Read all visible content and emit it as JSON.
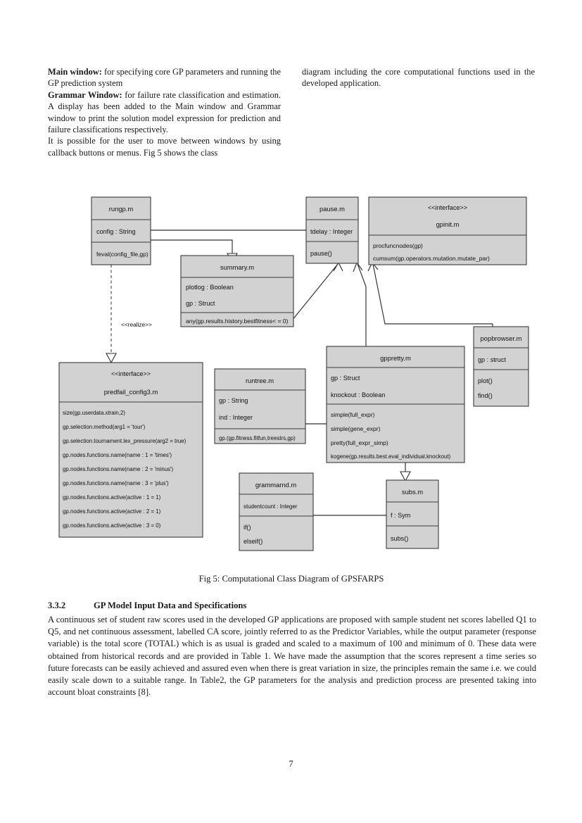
{
  "document": {
    "page_number": "7",
    "figure_caption": "Fig 5: Computational Class Diagram of GPSFARPS"
  },
  "intro": {
    "left_column": [
      {
        "bold": "Main window:",
        "text": " for specifying core GP parameters and running the GP prediction system"
      },
      {
        "bold": "Grammar Window:",
        "text": " for failure rate classification and estimation. A display has been added to the Main window and Grammar window to print the solution model expression for prediction and failure classifications respectively."
      },
      {
        "bold": "",
        "text": "It is possible for the user to move between windows by using callback buttons or menus. Fig 5 shows the class"
      }
    ],
    "right_column": [
      {
        "bold": "",
        "text": "diagram including the core computational functions used in the developed application."
      }
    ]
  },
  "section": {
    "number": "3.3.2",
    "title": "GP Model Input Data and Specifications",
    "body": "A continuous set of student raw scores used in the developed GP applications are proposed with sample student net scores labelled Q1 to Q5, and net continuous assessment, labelled CA score, jointly referred to as the Predictor Variables, while the output parameter (response variable) is the total score (TOTAL) which is as usual is graded and scaled to a maximum of 100 and minimum of 0. These data were obtained from historical records and are provided in Table 1. We have made the assumption that the scores represent a time series so future forecasts can be easily achieved and assured even when there is great variation in size, the principles remain the same i.e. we could easily scale down to a suitable range. In Table2, the GP parameters for the analysis and prediction process are presented taking into account bloat constraints [8]."
  },
  "diagram": {
    "fill_color": "#d2d2d2",
    "stroke_color": "#3b3b3b",
    "relationship_label": "<<realize>>",
    "stereotype_interface": "<<interface>>",
    "classes": {
      "rungp": {
        "name": "rungp.m",
        "attributes": [
          "config : String"
        ],
        "operations": [
          "feval(config_file,gp)"
        ]
      },
      "pause": {
        "name": "pause.m",
        "attributes": [
          "tdelay : Integer"
        ],
        "operations": [
          "pause()"
        ]
      },
      "gpinit": {
        "stereotype": "<<interface>>",
        "name": "gpinit.m",
        "operations": [
          "procfuncnodes(gp)",
          "cumsum(gp.operators.mutation.mutate_par)"
        ]
      },
      "summary": {
        "name": "summary.m",
        "attributes": [
          "plotlog : Boolean",
          "gp : Struct"
        ],
        "operations": [
          "any(gp.results.history.bestfitness< = 0)"
        ]
      },
      "predfail": {
        "stereotype": "<<interface>>",
        "name": "predfail_config3.m",
        "operations": [
          "size(gp.userdata.xtrain,2)",
          "gp.selection.method(arg1 = 'tour')",
          "gp.selection.tournament.lex_pressure(arg2 = true)",
          "gp.nodes.functions.name(name : 1 = 'times')",
          "gp.nodes.functions.name(name : 2 = 'minus')",
          "gp.nodes.functions.name(name : 3 = 'plus')",
          "gp.nodes.functions.active(active : 1 = 1)",
          "gp.nodes.functions.active(active : 2 = 1)",
          "gp.nodes.functions.active(active : 3 = 0)"
        ]
      },
      "runtree": {
        "name": "runtree.m",
        "attributes": [
          "gp : String",
          "ind : Integer"
        ],
        "operations": [
          "gp.(gp.fitness.fitfun,treestrs,gp)"
        ]
      },
      "gppretty": {
        "name": "gppretty.m",
        "attributes": [
          "gp : Struct",
          "knockout : Boolean"
        ],
        "operations": [
          "simple(full_expr)",
          "simple(gene_expr)",
          "pretty(full_expr_simp)",
          "kogene(gp.results.best.eval_individual,knockout)"
        ]
      },
      "popbrowser": {
        "name": "popbrowser.m",
        "attributes": [
          "gp : struct"
        ],
        "operations": [
          "plot()",
          "find()"
        ]
      },
      "grammarnd": {
        "name": "grammarnd.m",
        "attributes": [
          "studentcount : Integer"
        ],
        "operations": [
          "if()",
          "elseif()"
        ]
      },
      "subs": {
        "name": "subs.m",
        "attributes": [
          "f : Sym"
        ],
        "operations": [
          "subs()"
        ]
      }
    }
  }
}
